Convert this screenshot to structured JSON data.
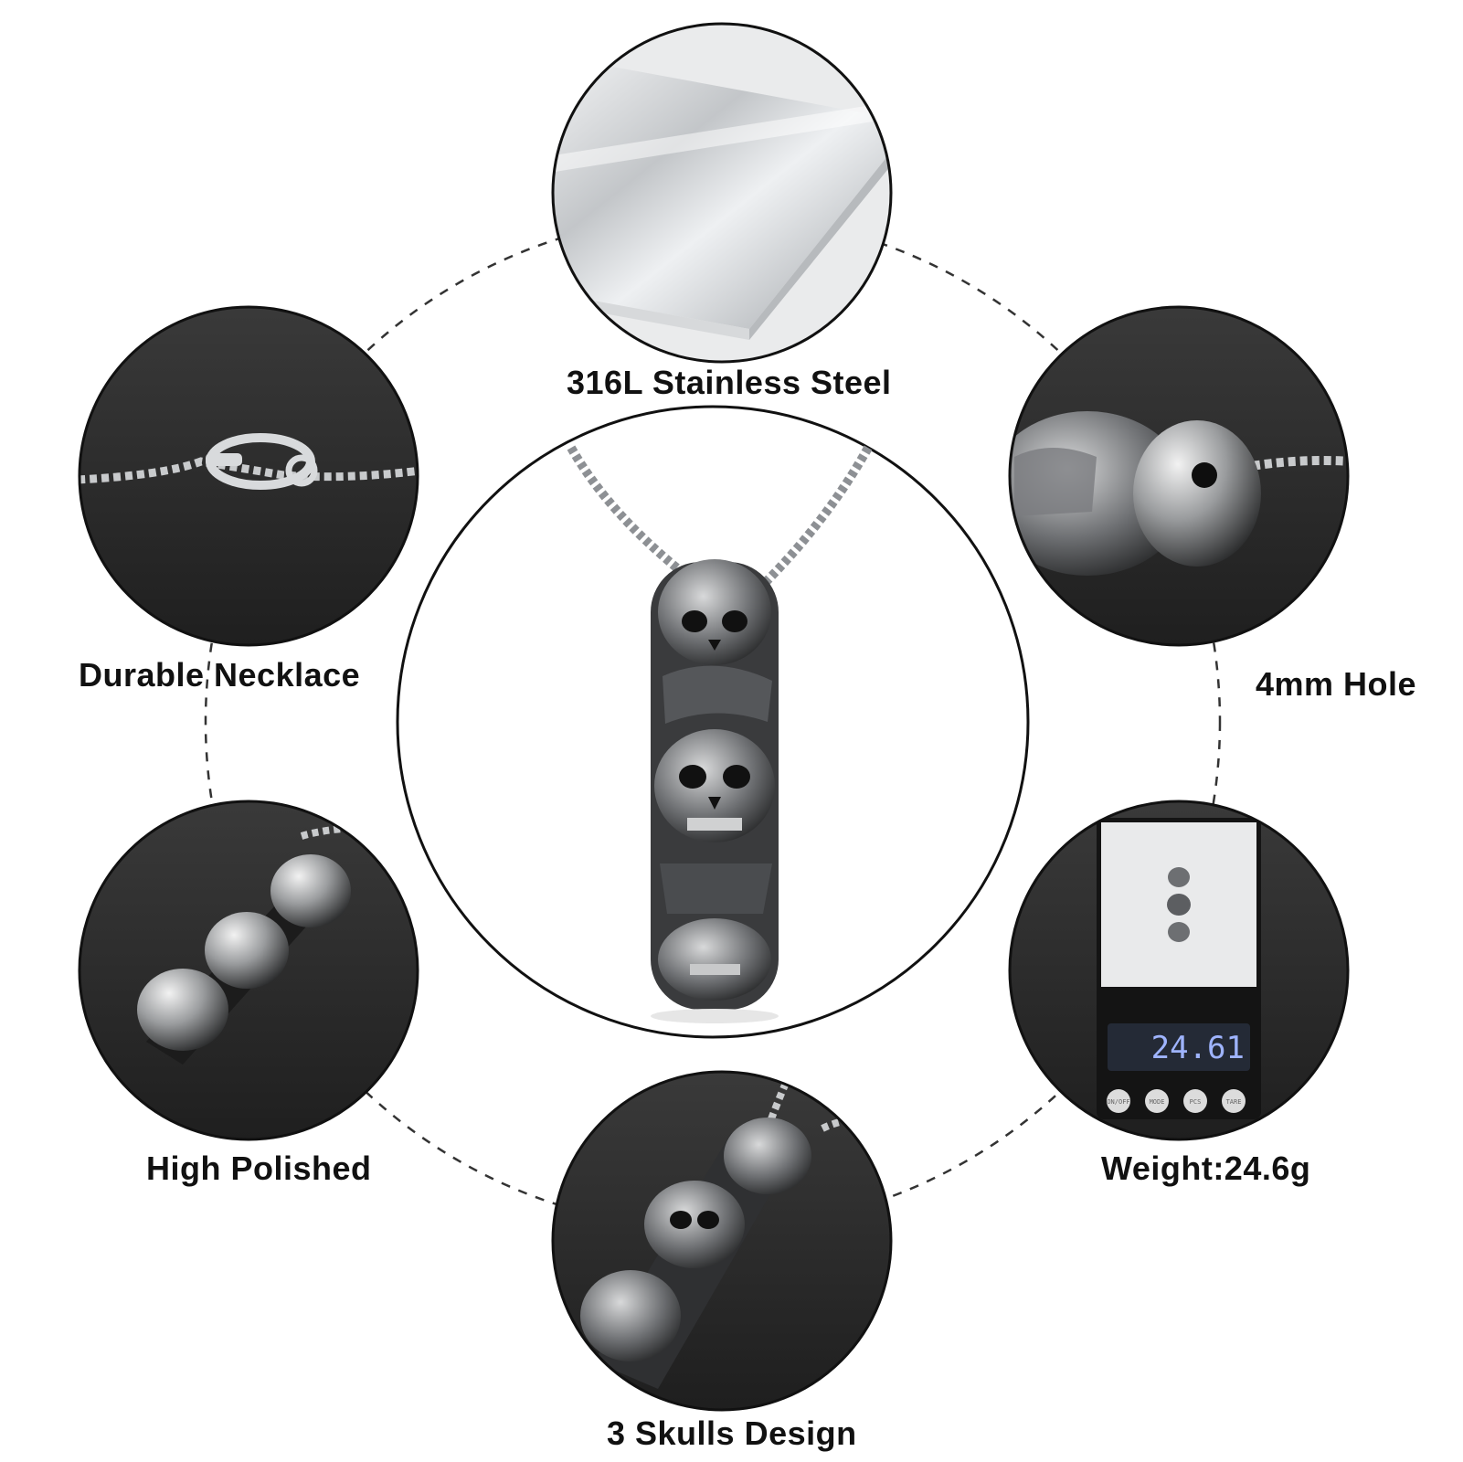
{
  "features": {
    "steel": {
      "label": "316L Stainless Steel"
    },
    "necklace": {
      "label": "Durable Necklace"
    },
    "hole": {
      "label": "4mm Hole"
    },
    "polished": {
      "label": "High Polished"
    },
    "weight": {
      "label": "Weight:24.6g"
    },
    "design": {
      "label": "3 Skulls Design"
    }
  },
  "scale": {
    "reading": "24.61",
    "buttons": [
      "ON/OFF",
      "MODE",
      "PCS",
      "TARE"
    ]
  },
  "colors": {
    "background": "#ffffff",
    "dashed_connector": "#333333",
    "circle_border": "#111111",
    "label_text": "#111111",
    "dark_photo_bg": "#2b2b2b",
    "steel_silver": "#c9cbcd",
    "lcd_text": "#9fb4ff"
  }
}
